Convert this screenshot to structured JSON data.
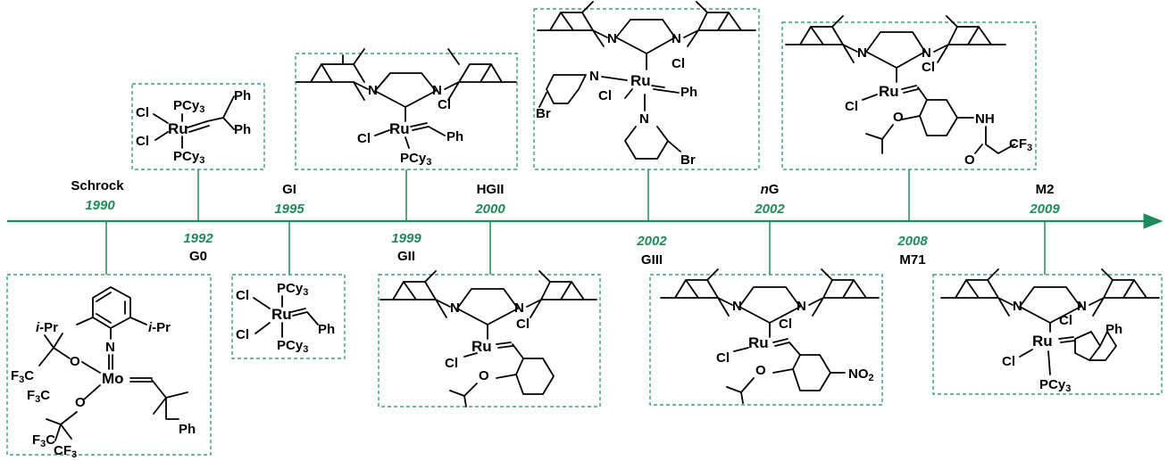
{
  "colors": {
    "accent": "#1f8a5b",
    "text": "#000000"
  },
  "milestones": [
    {
      "key": "schrock",
      "name": "Schrock",
      "year": "1990"
    },
    {
      "key": "g0",
      "name": "G0",
      "year": "1992"
    },
    {
      "key": "gi",
      "name": "GI",
      "year": "1995"
    },
    {
      "key": "gii",
      "name": "GII",
      "year": "1999"
    },
    {
      "key": "hgii",
      "name": "HGII",
      "year": "2000"
    },
    {
      "key": "giii",
      "name": "GIII",
      "year": "2002"
    },
    {
      "key": "ng",
      "name_prefix": "n",
      "name": "G",
      "year": "2002"
    },
    {
      "key": "m71",
      "name": "M71",
      "year": "2008"
    },
    {
      "key": "m2",
      "name": "M2",
      "year": "2009"
    }
  ],
  "atoms": {
    "cl": "Cl",
    "ru": "Ru",
    "mo": "Mo",
    "n": "N",
    "o": "O",
    "nh": "NH",
    "ph": "Ph",
    "pcy": "PCy",
    "sub3": "3",
    "sub2": "2",
    "br": "Br",
    "ipr_i": "i",
    "ipr_rest": "-Pr",
    "f3c": "F",
    "c": "C",
    "cf": "CF",
    "no": "NO"
  }
}
